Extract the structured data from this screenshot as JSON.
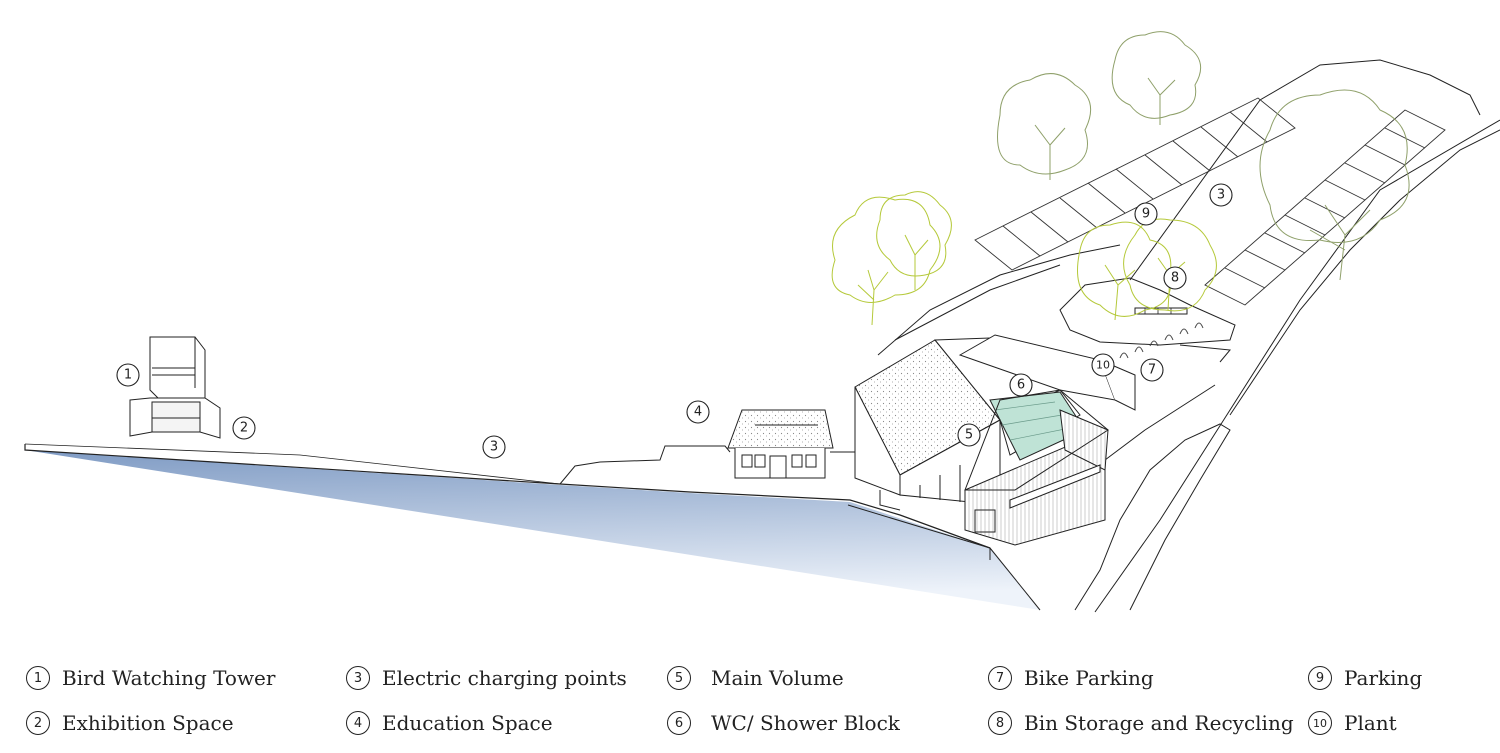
{
  "markers": [
    {
      "id": "m1",
      "number": "1"
    },
    {
      "id": "m2",
      "number": "2"
    },
    {
      "id": "m3a",
      "number": "3"
    },
    {
      "id": "m3b",
      "number": "3"
    },
    {
      "id": "m4",
      "number": "4"
    },
    {
      "id": "m5",
      "number": "5"
    },
    {
      "id": "m6",
      "number": "6"
    },
    {
      "id": "m7",
      "number": "7"
    },
    {
      "id": "m8",
      "number": "8"
    },
    {
      "id": "m9",
      "number": "9"
    },
    {
      "id": "m10",
      "number": "10"
    }
  ],
  "legend": [
    {
      "number": "1",
      "label": "Bird Watching Tower"
    },
    {
      "number": "2",
      "label": "Exhibition Space"
    },
    {
      "number": "3",
      "label": "Electric charging points"
    },
    {
      "number": "4",
      "label": "Education Space"
    },
    {
      "number": "5",
      "label": "Main Volume"
    },
    {
      "number": "6",
      "label": "WC/ Shower Block"
    },
    {
      "number": "7",
      "label": "Bike Parking"
    },
    {
      "number": "8",
      "label": "Bin Storage and Recycling"
    },
    {
      "number": "9",
      "label": "Parking"
    },
    {
      "number": "10",
      "label": "Plant"
    }
  ],
  "colors": {
    "water_top": "#7f9bc4",
    "water_bottom": "#eef3fa",
    "tree_stroke": "#b5c93a",
    "tree_stroke_dark": "#8fa06a",
    "glass": "#bfe3d6",
    "line": "#222222"
  }
}
